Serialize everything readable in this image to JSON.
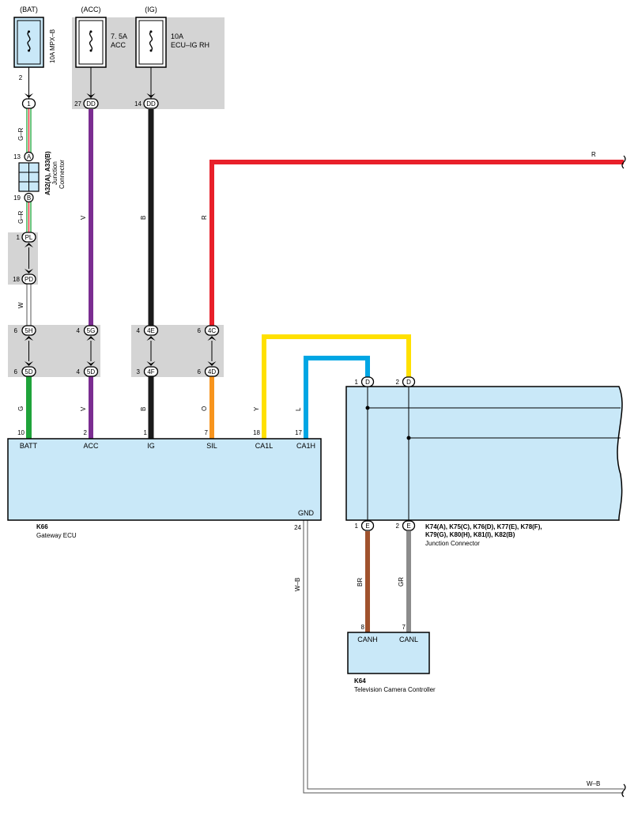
{
  "sources": {
    "bat": "(BAT)",
    "acc": "(ACC)",
    "ig": "(IG)"
  },
  "fuses": {
    "mpxb": "10A MPX–B",
    "acc_amp": "7. 5A",
    "acc_name": "ACC",
    "ig_amp": "10A",
    "ig_name": "ECU–IG RH"
  },
  "pins": {
    "p_bat_fuse": "2",
    "p_dd_acc": "27",
    "p_dd_ig": "14",
    "p_jc_a": "13",
    "p_jc_b": "19",
    "p_pl": "1",
    "p_pd": "18",
    "p_5h": "6",
    "p_5g": "4",
    "p_4e": "4",
    "p_4c": "6",
    "p_5d_a": "6",
    "p_5d_b": "4",
    "p_4f": "3",
    "p_4d": "6",
    "p_batt": "10",
    "p_acc": "2",
    "p_ig": "1",
    "p_sil": "7",
    "p_ca1l": "18",
    "p_ca1h": "17",
    "p_gnd": "24",
    "p_jd1": "1",
    "p_jd2": "2",
    "p_je1": "1",
    "p_je2": "2",
    "p_canh": "8",
    "p_canl": "7"
  },
  "connector_codes": {
    "c1": "1",
    "dd": "DD",
    "a": "A",
    "b": "B",
    "pl": "PL",
    "pd": "PD",
    "c5h": "5H",
    "c5g": "5G",
    "c4e": "4E",
    "c4c": "4C",
    "c5d": "5D",
    "c4f": "4F",
    "c4d": "4D",
    "d": "D",
    "e": "E"
  },
  "wires": {
    "gr": "G–R",
    "v": "V",
    "b": "B",
    "r": "R",
    "w": "W",
    "g": "G",
    "o": "O",
    "y": "Y",
    "l": "L",
    "wb": "W–B",
    "br": "BR",
    "gray": "GR"
  },
  "components": {
    "k66_code": "K66",
    "k66_name": "Gateway ECU",
    "k66_batt": "BATT",
    "k66_acc": "ACC",
    "k66_ig": "IG",
    "k66_sil": "SIL",
    "k66_ca1l": "CA1L",
    "k66_ca1h": "CA1H",
    "k66_gnd": "GND",
    "jc_a33_code": "A32(A), A33(B)",
    "jc_a33_name1": "Junction",
    "jc_a33_name2": "Connector",
    "k74_code1": "K74(A), K75(C), K76(D), K77(E), K78(F),",
    "k74_code2": "K79(G), K80(H), K81(I), K82(B)",
    "k74_name": "Junction Connector",
    "k64_code": "K64",
    "k64_name": "Television Camera Controller",
    "k64_canh": "CANH",
    "k64_canl": "CANL"
  },
  "colors": {
    "green": "#1fa33a",
    "violet": "#7b2d91",
    "black": "#1a1a1a",
    "red": "#e8202a",
    "orange": "#f7941d",
    "yellow": "#ffe000",
    "blue": "#00a6e4",
    "brown": "#a0522d",
    "gray": "#8c8c8c",
    "box_fill": "#c9e8f8",
    "shade": "#d4d4d4"
  }
}
